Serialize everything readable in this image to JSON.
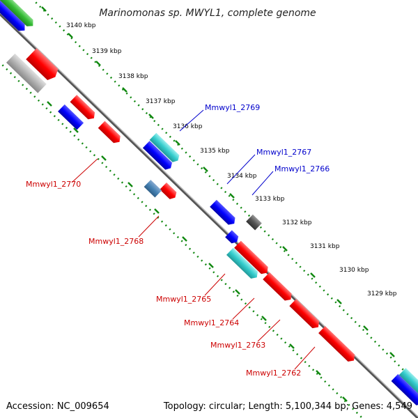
{
  "header": {
    "title": "Marinomonas sp. MWYL1, complete genome"
  },
  "footer": {
    "accession": "Accession: NC_009654",
    "summary": "Topology: circular; Length: 5,100,344 bp; Genes: 4,549"
  },
  "scale": {
    "ticks": [
      "3140 kbp",
      "3139 kbp",
      "3138 kbp",
      "3137 kbp",
      "3136 kbp",
      "3135 kbp",
      "3134 kbp",
      "3133 kbp",
      "3132 kbp",
      "3131 kbp",
      "3130 kbp",
      "3129 kbp"
    ]
  },
  "labels": {
    "gene_2770": "Mmwyl1_2770",
    "gene_2769": "Mmwyl1_2769",
    "gene_2768": "Mmwyl1_2768",
    "gene_2767": "Mmwyl1_2767",
    "gene_2766": "Mmwyl1_2766",
    "gene_2765": "Mmwyl1_2765",
    "gene_2764": "Mmwyl1_2764",
    "gene_2763": "Mmwyl1_2763",
    "gene_2762": "Mmwyl1_2762"
  },
  "colors": {
    "red": "#ff0000",
    "blue": "#0000ff",
    "cyan": "#33cccc",
    "green": "#33bb33",
    "gray": "#b3b3b3",
    "darkgray": "#555555",
    "steelblue": "#4682b4",
    "backbone": "#888888",
    "tick_green": "#118811",
    "label_red": "#cc0000",
    "label_blue": "#0000cc"
  }
}
